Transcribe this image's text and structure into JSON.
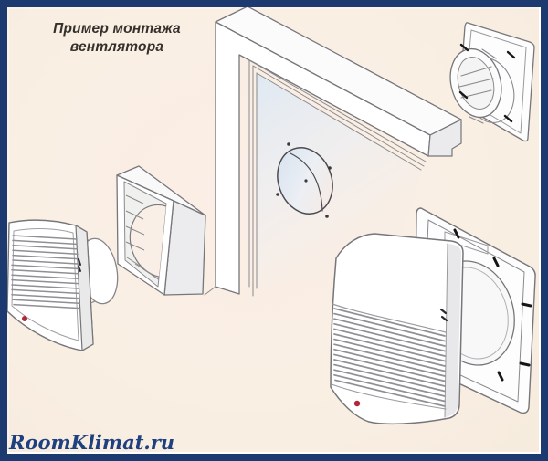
{
  "header": {
    "title_line1": "Пример монтажа",
    "title_line2": "вентлятора"
  },
  "watermark": {
    "text": "RoomKlimat.ru"
  },
  "colors": {
    "frame_border": "#1c3a6f",
    "background": "#f9efe3",
    "line_art": "#76767b",
    "accent_red": "#b2263a",
    "glass": "#dfe9f3"
  },
  "diagram": {
    "parts": [
      "interior-fan",
      "wall-spacer-box",
      "wall-with-round-hole",
      "exterior-grille",
      "mounting-frame",
      "fan-unit"
    ]
  }
}
